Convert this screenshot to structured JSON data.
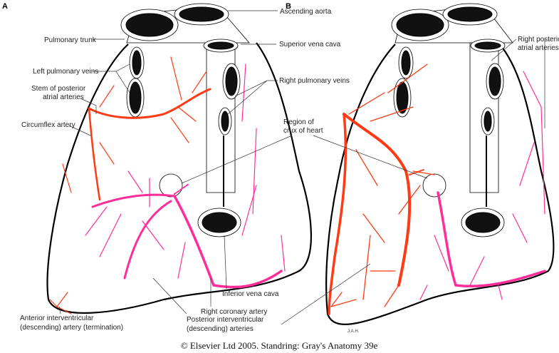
{
  "panels": {
    "a": "A",
    "b": "B"
  },
  "labels": {
    "ascending_aorta": "Ascending aorta",
    "pulmonary_trunk": "Pulmonary trunk",
    "superior_vena_cava": "Superior vena cava",
    "left_pulmonary_veins": "Left pulmonary veins",
    "stem_line1": "Stem of posterior",
    "stem_line2": "atrial arteries",
    "circumflex_artery": "Circumflex artery",
    "right_pulmonary_veins": "Right pulmonary veins",
    "crux_line1": "Region of",
    "crux_line2": "crux of heart",
    "inferior_vena_cava": "Inferior vena cava",
    "right_coronary_artery": "Right coronary artery",
    "anterior_line1": "Anterior interventricular",
    "anterior_line2": "(descending) artery (termination)",
    "posterior_line1": "Posterior interventricular",
    "posterior_line2": "(descending) arteries",
    "right_posterior_line1": "Right posterior",
    "right_posterior_line2": "atrial arteries"
  },
  "signature": "J.A.H.",
  "copyright": "© Elsevier Ltd 2005. Standring: Gray's Anatomy 39e",
  "colors": {
    "artery_red": "#ff3a14",
    "artery_pink": "#ff2d9a"
  }
}
